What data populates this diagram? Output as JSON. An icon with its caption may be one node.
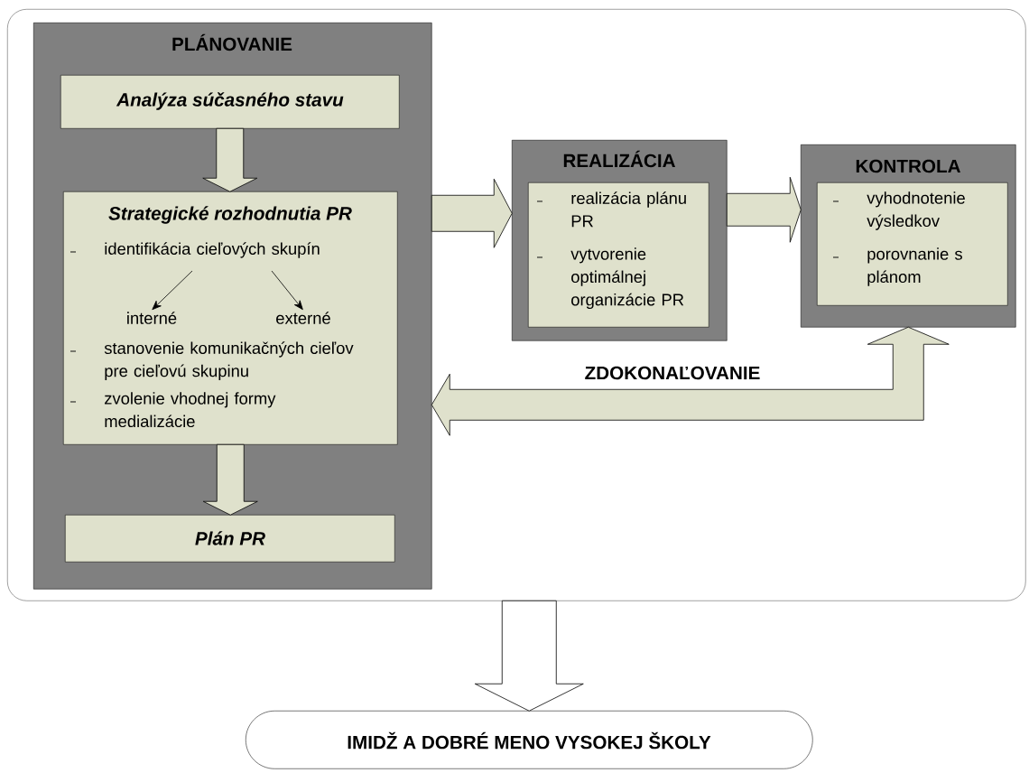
{
  "diagram": {
    "nodes": [
      {
        "text": [],
        "shape": "box"
      },
      {
        "text": [
          "PLÁNOVANIE"
        ],
        "in": 0
      },
      {
        "text": [
          "Analýza súčasného stavu"
        ],
        "in": 1
      },
      {
        "text": [
          "Strategické rozhodnutia PR",
          "identifikácia cieľových skupín",
          "stanovenie komunikačných cieľov pre cieľovú skupinu",
          "zvolenie vhodnej formy medializácie"
        ],
        "in": 1
      },
      {
        "text": [
          "interné"
        ],
        "in": 3
      },
      {
        "text": [
          "externé"
        ],
        "in": 3
      },
      {
        "text": [
          "Plán PR"
        ],
        "in": 1
      },
      {
        "text": [
          "REALIZÁCIA"
        ],
        "in": 0
      },
      {
        "text": [
          "realizácia plánu PR",
          "vytvorenie optimálnej organizácie PR"
        ],
        "in": 7
      },
      {
        "text": [
          "KONTROLA"
        ],
        "in": 0
      },
      {
        "text": [
          "vyhodnotenie výsledkov",
          "porovnanie s plánom"
        ],
        "in": 9
      },
      {
        "text": [
          "IMIDŽ A DOBRÉ MENO VYSOKEJ ŠKOLY"
        ]
      }
    ],
    "edges": [
      {
        "from": 2,
        "to": 3,
        "arrow": "to"
      },
      {
        "from": 3,
        "to": 6,
        "arrow": "to"
      },
      {
        "from": 1,
        "to": 7,
        "arrow": "to"
      },
      {
        "from": 7,
        "to": 9,
        "arrow": "to"
      },
      {
        "from": 1,
        "to": 9,
        "arrow": "both",
        "label": "ZDOKONAĽOVANIE"
      },
      {
        "from": 0,
        "to": 11,
        "arrow": "to",
        "color": "#ffffff"
      },
      {
        "from": null,
        "to": 4,
        "arrow": "to"
      },
      {
        "from": null,
        "to": 5,
        "arrow": "to"
      }
    ]
  }
}
